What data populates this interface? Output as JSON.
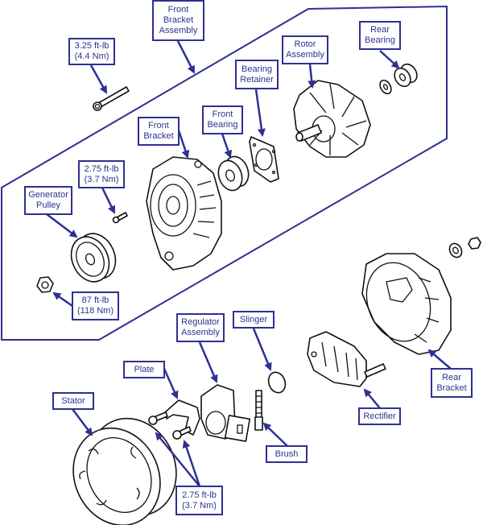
{
  "colors": {
    "callout": "#2e3192",
    "line_art": "#111111"
  },
  "labels": {
    "bolt_top": [
      "3.25 ft-lb",
      "(4.4 Nm)"
    ],
    "front_bracket_assembly": [
      "Front",
      "Bracket",
      "Assembly"
    ],
    "rotor_assembly": [
      "Rotor",
      "Assembly"
    ],
    "rear_bearing": [
      "Rear",
      "Bearing"
    ],
    "bearing_retainer": [
      "Bearing",
      "Retainer"
    ],
    "front_bearing": [
      "Front",
      "Bearing"
    ],
    "front_bracket": [
      "Front",
      "Bracket"
    ],
    "screw_top": [
      "2.75 ft-lb",
      "(3.7 Nm)"
    ],
    "generator_pulley": [
      "Generator",
      "Pulley"
    ],
    "pulley_nut": [
      "87 ft-lb",
      "(118 Nm)"
    ],
    "regulator_assembly": [
      "Regulator",
      "Assembly"
    ],
    "slinger": [
      "Slinger"
    ],
    "plate": [
      "Plate"
    ],
    "stator": [
      "Stator"
    ],
    "brush": [
      "Brush"
    ],
    "screw_bottom": [
      "2.75 ft-lb",
      "(3.7 Nm)"
    ],
    "rectifier": [
      "Rectifier"
    ],
    "rear_bracket": [
      "Rear",
      "Bracket"
    ]
  }
}
